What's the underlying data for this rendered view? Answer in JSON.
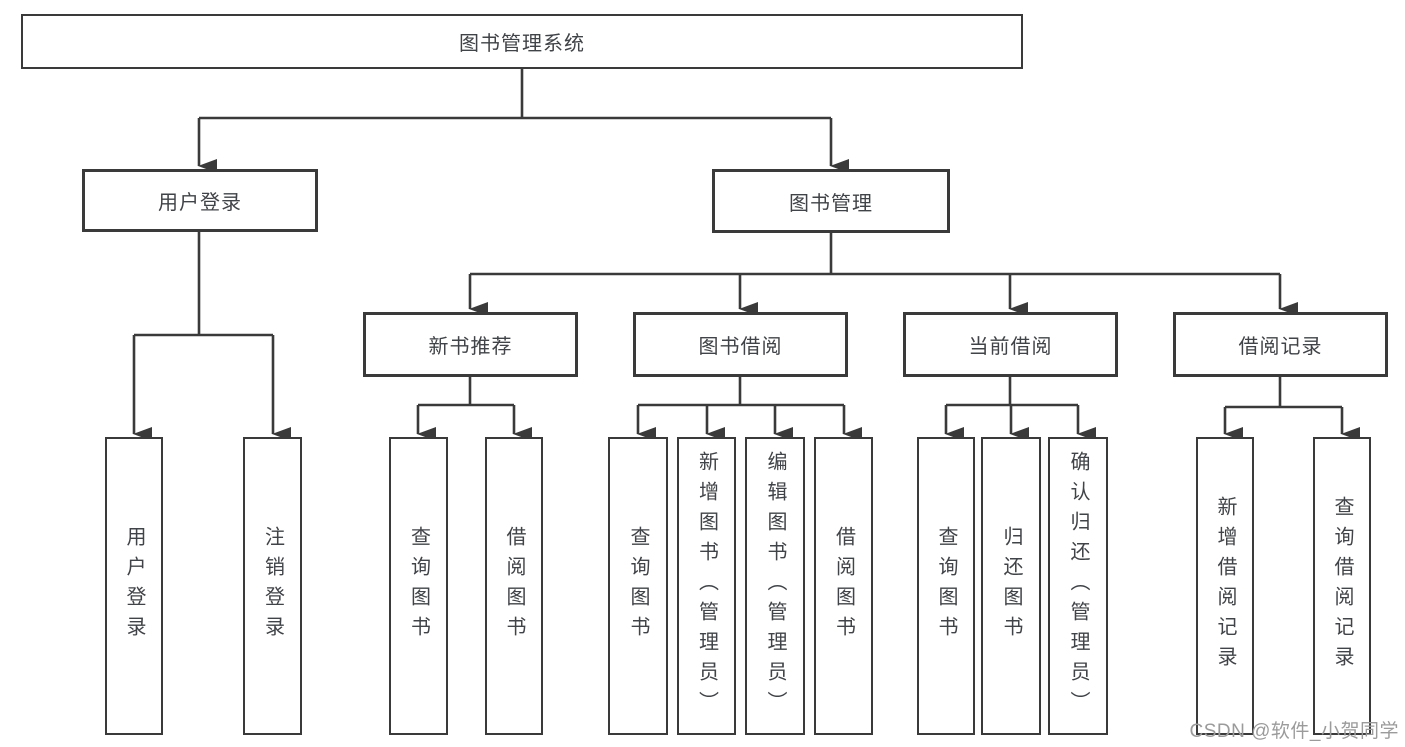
{
  "title": "图书管理系统",
  "nodes": {
    "root": "图书管理系统",
    "user_login": "用户登录",
    "book_mgmt": "图书管理",
    "new_book_rec": "新书推荐",
    "book_borrow": "图书借阅",
    "current_borrow": "当前借阅",
    "borrow_records": "借阅记录",
    "leaf_user_login": "用户登录",
    "leaf_logout": "注销登录",
    "leaf_query_book_1": "查询图书",
    "leaf_borrow_book_1": "借阅图书",
    "leaf_query_book_2": "查询图书",
    "leaf_add_book": "新增图书（管理员）",
    "leaf_edit_book": "编辑图书（管理员）",
    "leaf_borrow_book_2": "借阅图书",
    "leaf_query_book_3": "查询图书",
    "leaf_return_book": "归还图书",
    "leaf_confirm_return": "确认归还（管理员）",
    "leaf_add_record": "新增借阅记录",
    "leaf_query_record": "查询借阅记录"
  },
  "structure": {
    "图书管理系统": {
      "用户登录": [
        "用户登录",
        "注销登录"
      ],
      "图书管理": {
        "新书推荐": [
          "查询图书",
          "借阅图书"
        ],
        "图书借阅": [
          "查询图书",
          "新增图书（管理员）",
          "编辑图书（管理员）",
          "借阅图书"
        ],
        "当前借阅": [
          "查询图书",
          "归还图书",
          "确认归还（管理员）"
        ],
        "借阅记录": [
          "新增借阅记录",
          "查询借阅记录"
        ]
      }
    }
  },
  "watermark": "CSDN @软件_小贺同学",
  "colors": {
    "background": "#ffffff",
    "line": "#3a3a3a",
    "text": "#404347",
    "watermark": "#9b9b9b"
  }
}
